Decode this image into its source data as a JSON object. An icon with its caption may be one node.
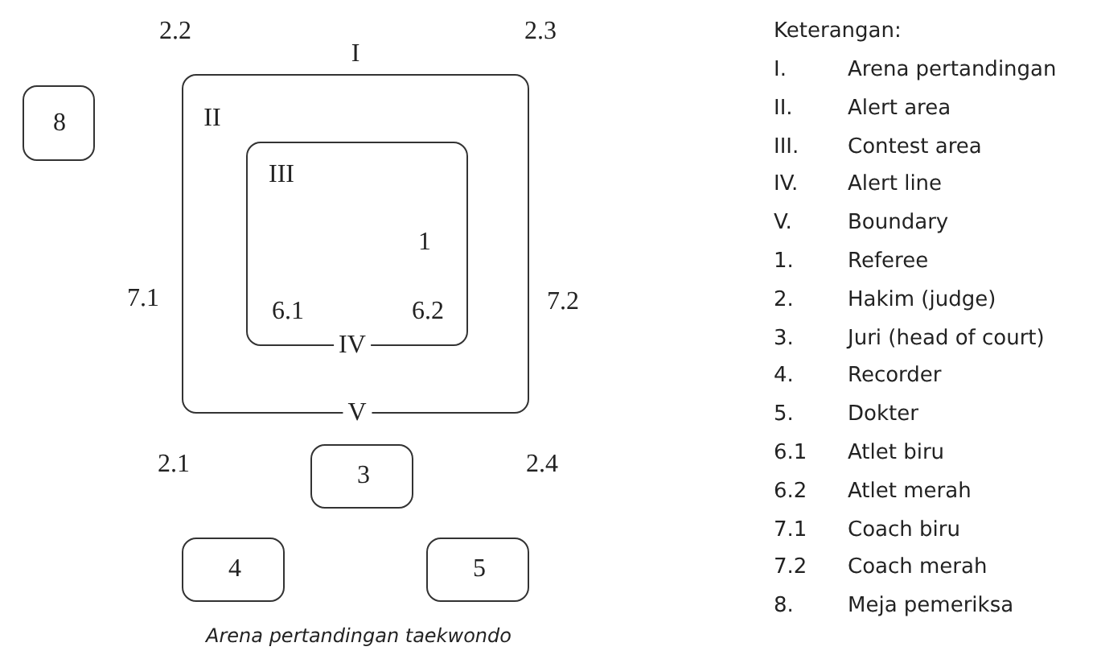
{
  "diagram": {
    "caption": "Arena pertandingan taekwondo",
    "nodes": [
      {
        "text": [
          "I",
          "II",
          "V"
        ]
      },
      {
        "text": [
          "III",
          "1",
          "6.1",
          "6.2",
          "IV"
        ],
        "in": 0
      },
      {
        "text": [
          "8"
        ]
      },
      {
        "text": [
          "3"
        ]
      },
      {
        "text": [
          "4"
        ]
      },
      {
        "text": [
          "5"
        ]
      }
    ],
    "labels": [
      "2.2",
      "2.3",
      "7.1",
      "7.2",
      "2.1",
      "2.4",
      "Keterangan:",
      "I.",
      "Arena pertandingan",
      "II.",
      "Alert area",
      "III.",
      "Contest area",
      "IV.",
      "Alert line",
      "V.",
      "Boundary",
      "1.",
      "Referee",
      "2.",
      "Hakim (judge)",
      "3.",
      "Juri (head of court)",
      "4.",
      "Recorder",
      "5.",
      "Dokter",
      "6.1",
      "Atlet biru",
      "6.2",
      "Atlet merah",
      "7.1",
      "Coach biru",
      "7.2",
      "Coach merah",
      "8.",
      "Meja pemeriksa"
    ]
  }
}
